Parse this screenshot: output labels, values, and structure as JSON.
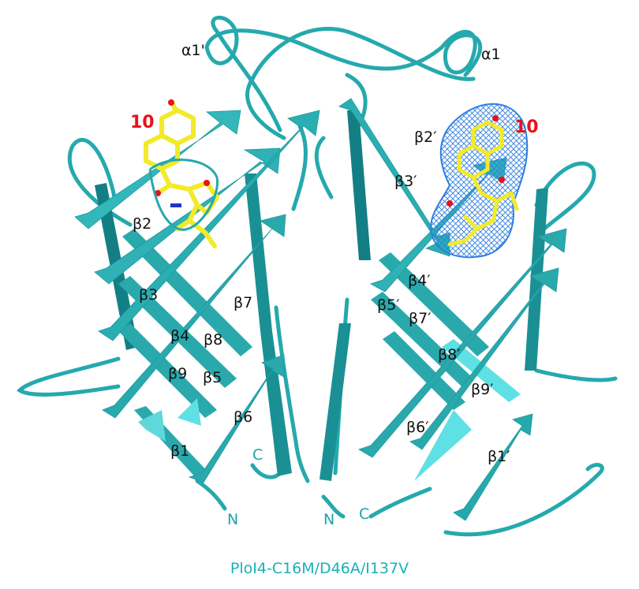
{
  "colors": {
    "ribbon": "#25a9ad",
    "ribbon_dark": "#137f84",
    "ribbon_light": "#5fe0e4",
    "ligand": "#f2ea2a",
    "ligand_red": "#e8121b",
    "mesh": "#2f7fe0",
    "caption": "#1ab0b8"
  },
  "caption": "PloI4-C16M/D46A/I137V",
  "ligands": {
    "left": "10",
    "right": "10"
  },
  "labels": {
    "a1p": "α1'",
    "a1": "α1",
    "b2": "β2",
    "b3": "β3",
    "b4": "β4",
    "b5": "β5",
    "b6": "β6",
    "b7": "β7",
    "b8": "β8",
    "b9": "β9",
    "b1": "β1",
    "c_left": "C",
    "n_left": "N",
    "n_right": "N",
    "c_right": "C",
    "b2p": "β2′",
    "b3p": "β3′",
    "b4p": "β4′",
    "b5p": "β5′",
    "b6p": "β6′",
    "b7p": "β7′",
    "b8p": "β8′",
    "b9p": "β9′",
    "b1p": "β1′"
  }
}
